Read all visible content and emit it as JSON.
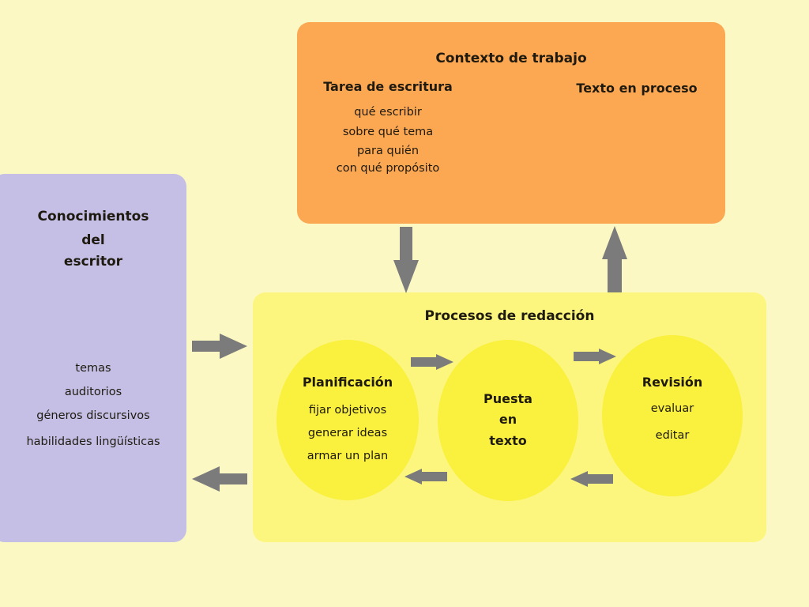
{
  "colors": {
    "background": "#fbf8c4",
    "context_box": "#fca752",
    "knowledge_box": "#c5bfe5",
    "process_box": "#fcf67f",
    "ellipse": "#faf03e",
    "arrow": "#7b7b7b"
  },
  "context": {
    "title": "Contexto de trabajo",
    "task": {
      "title": "Tarea de escritura",
      "items": [
        "qué escribir",
        "sobre qué tema",
        "para quién",
        "con qué propósito"
      ]
    },
    "text_in_progress": {
      "title": "Texto en proceso"
    }
  },
  "knowledge": {
    "title_lines": [
      "Conocimientos",
      "del",
      "escritor"
    ],
    "items": [
      "temas",
      "auditorios",
      "géneros discursivos",
      "habilidades lingüísticas"
    ]
  },
  "processes": {
    "title": "Procesos de redacción",
    "planning": {
      "title": "Planificación",
      "items": [
        "fijar objetivos",
        "generar ideas",
        "armar un plan"
      ]
    },
    "drafting": {
      "title_lines": [
        "Puesta",
        "en",
        "texto"
      ]
    },
    "revision": {
      "title": "Revisión",
      "items": [
        "evaluar",
        "editar"
      ]
    }
  },
  "arrows": [
    {
      "id": "task-to-process",
      "direction": "down"
    },
    {
      "id": "process-to-text",
      "direction": "up"
    },
    {
      "id": "knowledge-to-process",
      "direction": "right"
    },
    {
      "id": "process-to-knowledge",
      "direction": "left"
    },
    {
      "id": "planning-to-drafting",
      "direction": "right"
    },
    {
      "id": "drafting-to-revision",
      "direction": "right"
    },
    {
      "id": "drafting-to-planning",
      "direction": "left"
    },
    {
      "id": "revision-to-drafting",
      "direction": "left"
    }
  ]
}
